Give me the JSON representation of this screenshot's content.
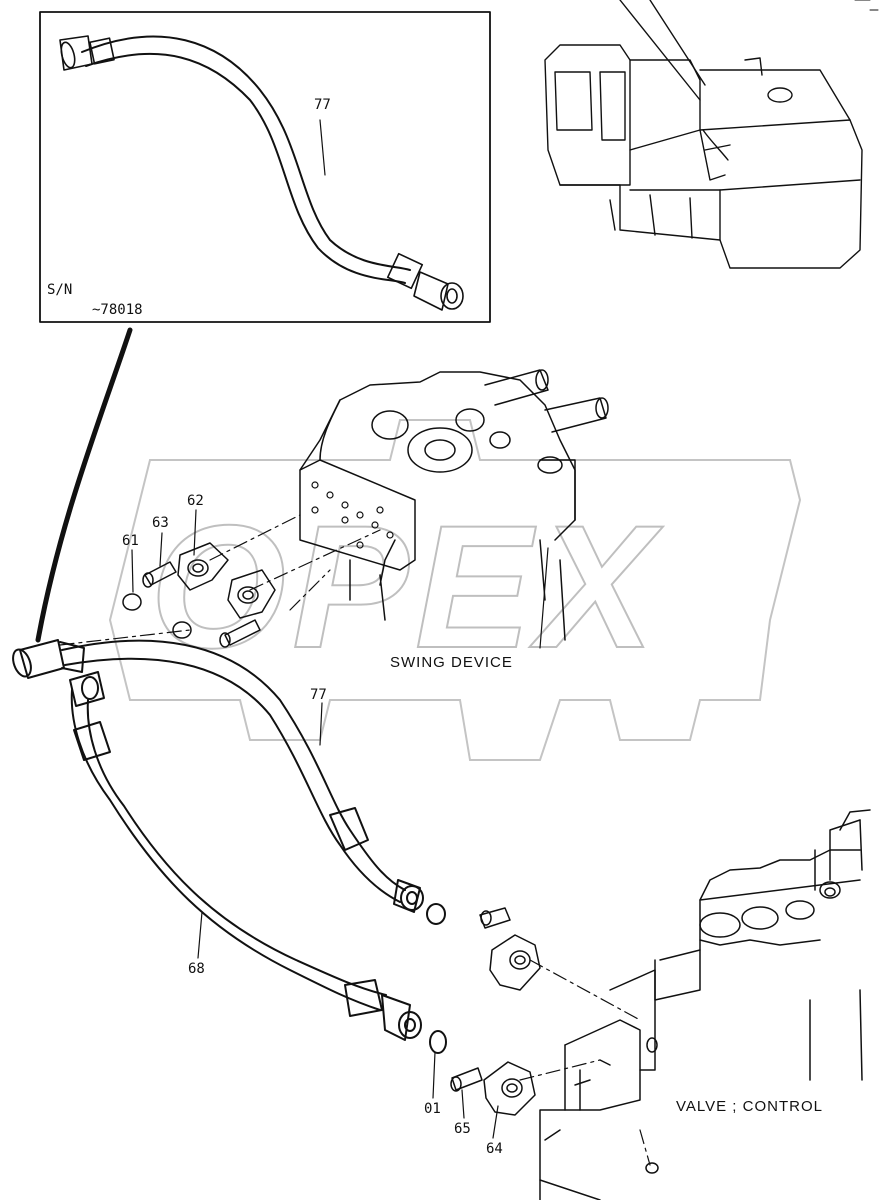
{
  "watermark": {
    "text": "OPEX"
  },
  "inset": {
    "serial_label": "S/N",
    "serial_range": "~78018",
    "part_label": "77"
  },
  "captions": {
    "swing_device": "SWING DEVICE",
    "control_valve": "VALVE ; CONTROL"
  },
  "callouts": {
    "p61": "61",
    "p62": "62",
    "p63": "63",
    "p77": "77",
    "p68": "68",
    "p01": "01",
    "p65": "65",
    "p64": "64"
  }
}
